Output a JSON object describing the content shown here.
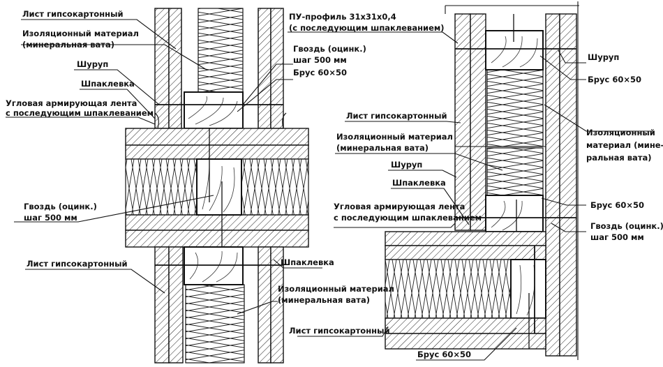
{
  "labels": {
    "l_gkl_top": "Лист гипсокартонный",
    "l_ins_top_1": "Изоляционный материал",
    "l_ins_top_2": "(минеральная вата)",
    "l_shurup_left": "Шуруп",
    "l_shpak_left": "Шпаклевка",
    "l_tape_left_1": "Угловая армирующая лента",
    "l_tape_left_2": "с последующим шпаклеванием",
    "l_nail_mid_1": "Гвоздь (оцинк.)",
    "l_nail_mid_2": "шаг 500 мм",
    "l_brus_mid": "Брус 60×50",
    "l_nail_left_1": "Гвоздь (оцинк.)",
    "l_nail_left_2": "шаг 500 мм",
    "l_gkl_bottom_left": "Лист гипсокартонный",
    "l_shpak_center": "Шпаклевка",
    "l_ins_center_1": "Изоляционный материал",
    "l_ins_center_2": "(минеральная вата)",
    "l_gkl_center_bottom": "Лист гипсокартонный",
    "l_brus_bottom": "Брус 60×50",
    "l_pu_1": "ПУ-профиль 31x31x0,4",
    "l_pu_2": "(с последующим шпаклеванием)",
    "l_shurup_right": "Шуруп",
    "l_brus_right_top": "Брус 60×50",
    "l_gkl_right": "Лист гипсокартонный",
    "l_ins_right_1": "Изоляционный материал",
    "l_ins_right_2": "(минеральная вата)",
    "l_ins_far_1": "Изоляционный",
    "l_ins_far_2": "материал (мине-",
    "l_ins_far_3": "ральная вата)",
    "l_shurup_right2": "Шуруп",
    "l_shpak_right": "Шпаклевка",
    "l_tape_right_1": "Угловая армирующая лента",
    "l_tape_right_2": "с последующим шпаклеванием",
    "l_brus_right_mid": "Брус 60×50",
    "l_nail_right_1": "Гвоздь (оцинк.)",
    "l_nail_right_2": "шаг 500 мм"
  }
}
